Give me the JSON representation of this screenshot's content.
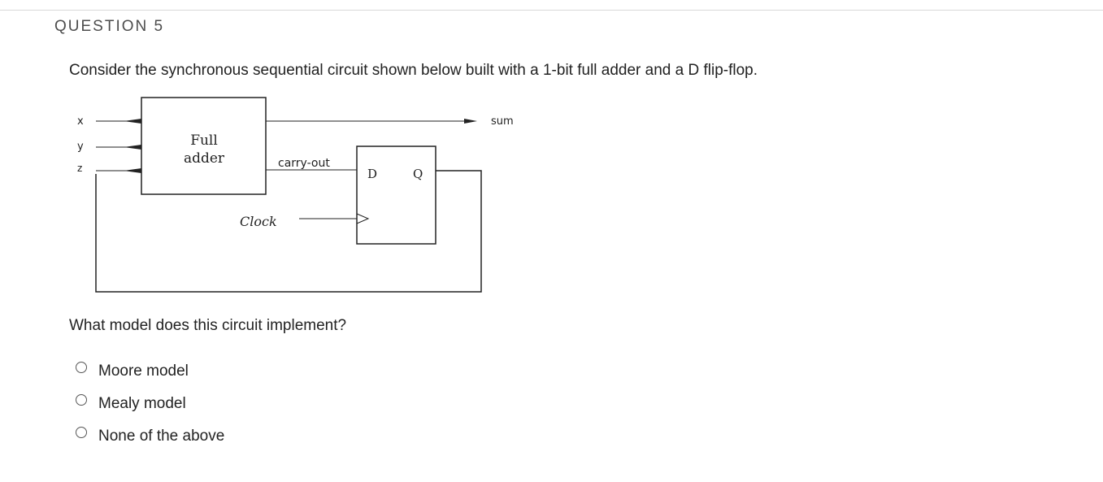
{
  "question": {
    "number_label": "QUESTION 5",
    "prompt": "Consider the synchronous sequential circuit shown below built with a 1-bit full adder and a D flip-flop.",
    "ask": "What model does this circuit implement?"
  },
  "circuit": {
    "inputs": [
      "x",
      "y",
      "z"
    ],
    "adder_label_line1": "Full",
    "adder_label_line2": "adder",
    "output_sum": "sum",
    "carry_label": "carry-out",
    "ff_d": "D",
    "ff_q": "Q",
    "clock_label": "Clock"
  },
  "options": [
    {
      "label": "Moore model",
      "selected": false
    },
    {
      "label": "Mealy model",
      "selected": false
    },
    {
      "label": "None of the above",
      "selected": false
    }
  ]
}
